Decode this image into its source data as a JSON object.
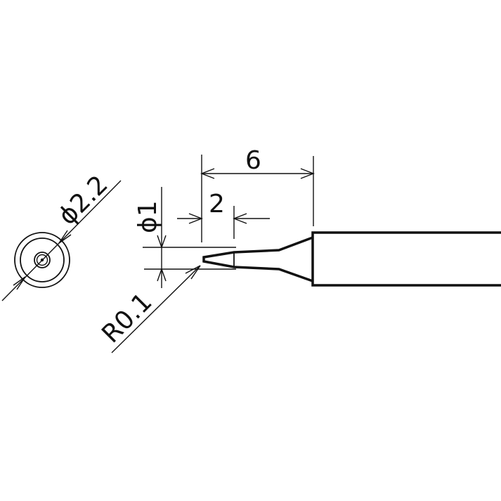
{
  "diagram": {
    "type": "technical-drawing",
    "subject": "soldering iron tip (conical, flat-end)",
    "dimensions": {
      "end_view_diameter": "ϕ2.2",
      "tip_diameter": "ϕ1",
      "tip_flat_length": "2",
      "taper_length": "6",
      "tip_radius": "R0.1"
    },
    "colors": {
      "line": "#111111",
      "background": "#ffffff"
    }
  }
}
